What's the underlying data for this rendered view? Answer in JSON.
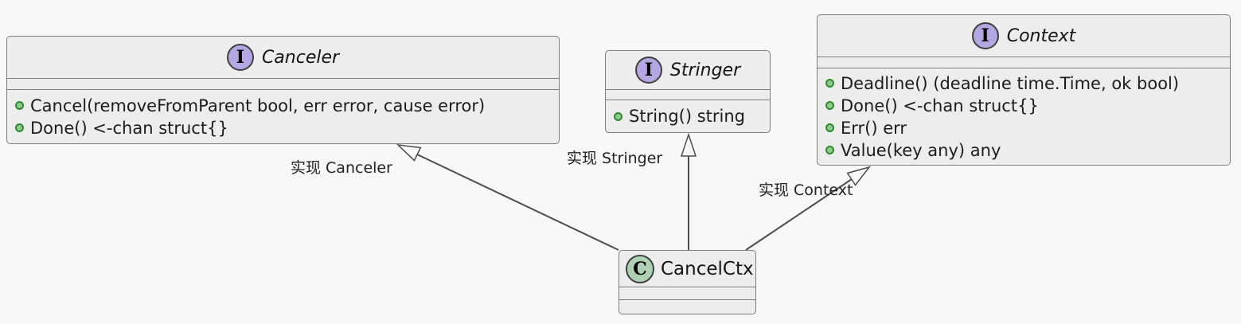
{
  "diagram": {
    "type": "uml-class-diagram",
    "background_color": "#f8f8f8",
    "colors": {
      "box_fill": "#ededed",
      "box_border": "#7d7d7d",
      "interface_icon_fill": "#b4a7e2",
      "class_icon_fill": "#add1b2",
      "method_bullet_fill": "#8fc98f",
      "method_bullet_border": "#2e8b2e",
      "edge_line": "#4d4d4d",
      "text": "#1c1c1c"
    },
    "classes": [
      {
        "id": "canceler",
        "stereotype": "interface",
        "icon_letter": "I",
        "name": "Canceler",
        "methods": [
          "Cancel(removeFromParent bool, err error, cause error)",
          "Done() <-chan struct{}"
        ]
      },
      {
        "id": "stringer",
        "stereotype": "interface",
        "icon_letter": "I",
        "name": "Stringer",
        "methods": [
          "String() string"
        ]
      },
      {
        "id": "context",
        "stereotype": "interface",
        "icon_letter": "I",
        "name": "Context",
        "methods": [
          "Deadline() (deadline time.Time, ok bool)",
          "Done() <-chan struct{}",
          "Err() err",
          "Value(key any) any"
        ]
      },
      {
        "id": "cancelctx",
        "stereotype": "class",
        "icon_letter": "C",
        "name": "CancelCtx",
        "methods": []
      }
    ],
    "relations": [
      {
        "from": "CancelCtx",
        "to": "Canceler",
        "kind": "realization",
        "label": "实现 Canceler"
      },
      {
        "from": "CancelCtx",
        "to": "Stringer",
        "kind": "realization",
        "label": "实现 Stringer"
      },
      {
        "from": "CancelCtx",
        "to": "Context",
        "kind": "realization",
        "label": "实现 Context"
      }
    ]
  }
}
